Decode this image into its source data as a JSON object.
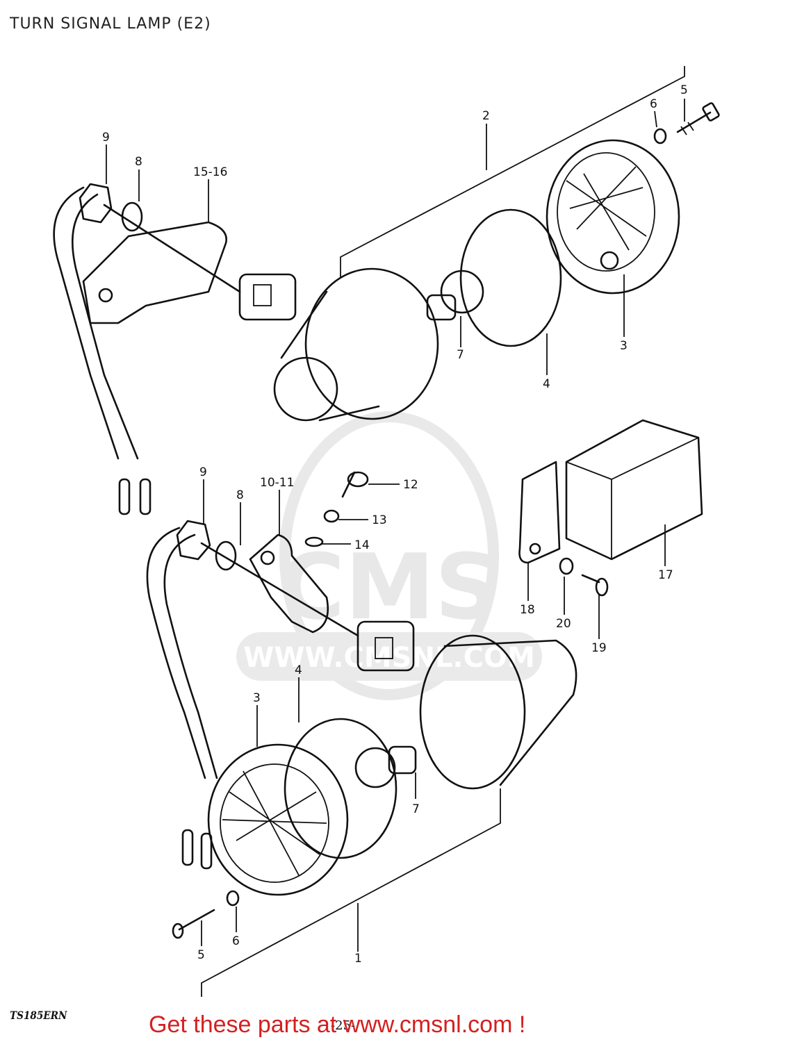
{
  "title": "TURN SIGNAL LAMP (E2)",
  "diagram_code": "TS185ERN",
  "page_number": "-25-",
  "cta_text": "Get these parts at www.cmsnl.com !",
  "watermark": {
    "text": "CMS",
    "url": "WWW.CMSNL.COM"
  },
  "callouts": {
    "c2": "2",
    "c5a": "5",
    "c6a": "6",
    "c9a": "9",
    "c8a": "8",
    "c1516": "15-16",
    "c7a": "7",
    "c4a": "4",
    "c3a": "3",
    "c9b": "9",
    "c8b": "8",
    "c1011": "10-11",
    "c12": "12",
    "c13": "13",
    "c14": "14",
    "c17": "17",
    "c18": "18",
    "c20": "20",
    "c19": "19",
    "c4b": "4",
    "c3b": "3",
    "c7b": "7",
    "c1": "1",
    "c5b": "5",
    "c6b": "6"
  }
}
